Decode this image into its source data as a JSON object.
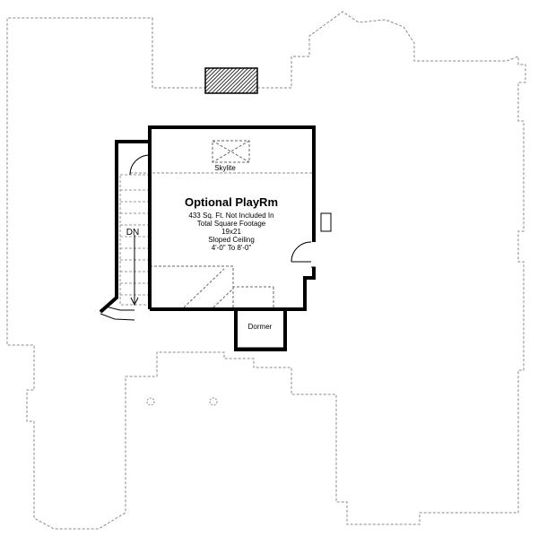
{
  "room": {
    "title": "Optional PlayRm",
    "lines": [
      "433 Sq. Ft. Not Included In",
      "Total Square Footage",
      "19x21",
      "Sloped Ceiling",
      "4'-0\" To 8'-0\""
    ]
  },
  "labels": {
    "skylite": "Skylite",
    "stairs": "DN",
    "dormer": "Dormer"
  }
}
